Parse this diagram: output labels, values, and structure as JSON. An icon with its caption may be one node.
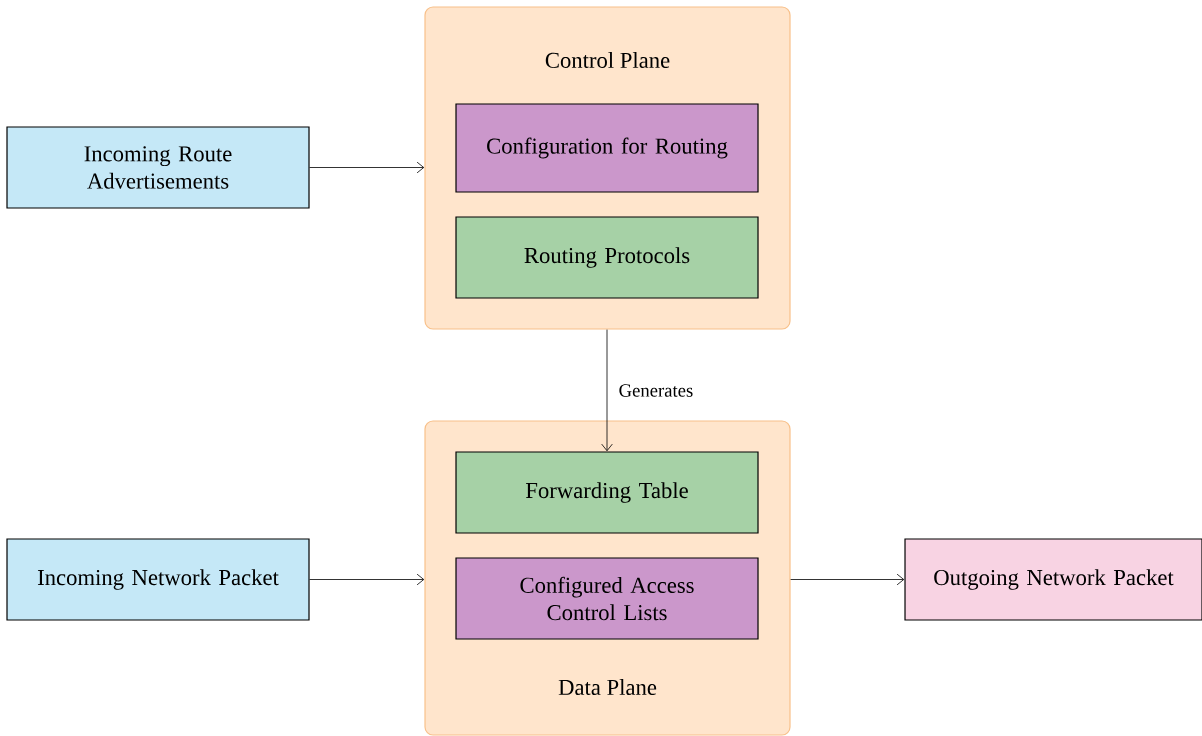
{
  "diagram": {
    "nodes": [
      {
        "text": [
          "Control Plane"
        ]
      },
      {
        "text": [
          "Configuration for Routing"
        ],
        "in": 0
      },
      {
        "text": [
          "Routing Protocols"
        ],
        "in": 0
      },
      {
        "text": [
          "Incoming Route Advertisements"
        ]
      },
      {
        "text": [
          "Data Plane"
        ]
      },
      {
        "text": [
          "Forwarding Table"
        ],
        "in": 4
      },
      {
        "text": [
          "Configured Access Control Lists"
        ],
        "in": 4
      },
      {
        "text": [
          "Incoming Network Packet"
        ]
      },
      {
        "text": [
          "Outgoing Network Packet"
        ]
      }
    ],
    "edges": [
      {
        "from": 3,
        "to": 0,
        "arrow": "to"
      },
      {
        "from": 0,
        "to": 5,
        "arrow": "to",
        "label": "Generates"
      },
      {
        "from": 7,
        "to": 4,
        "arrow": "to"
      },
      {
        "from": 4,
        "to": 8,
        "arrow": "to"
      }
    ]
  }
}
